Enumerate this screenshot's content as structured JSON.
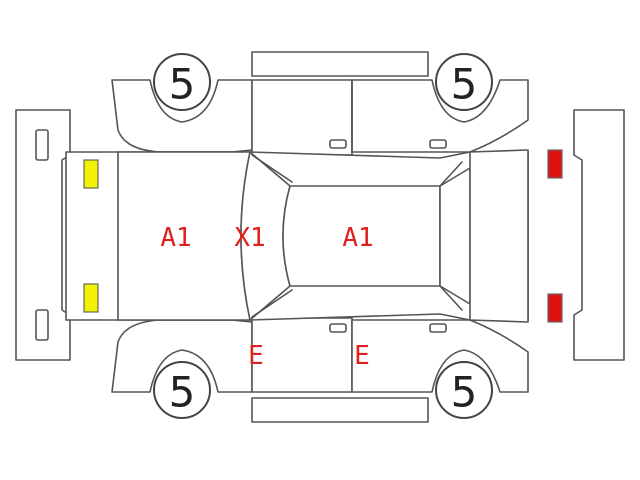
{
  "colors": {
    "marking": "#e0201c",
    "headlight": "#f2f200",
    "taillight": "#dd1111",
    "outline": "#555555"
  },
  "tires": {
    "front_left": "5",
    "rear_left": "5",
    "front_right": "5",
    "rear_right": "5"
  },
  "markings": {
    "hood": "A1",
    "windshield": "X1",
    "roof": "A1",
    "front_door_right": "E",
    "rear_door_right": "E"
  },
  "icons": {
    "headlights": "yellow-rect",
    "taillights": "red-rect"
  }
}
